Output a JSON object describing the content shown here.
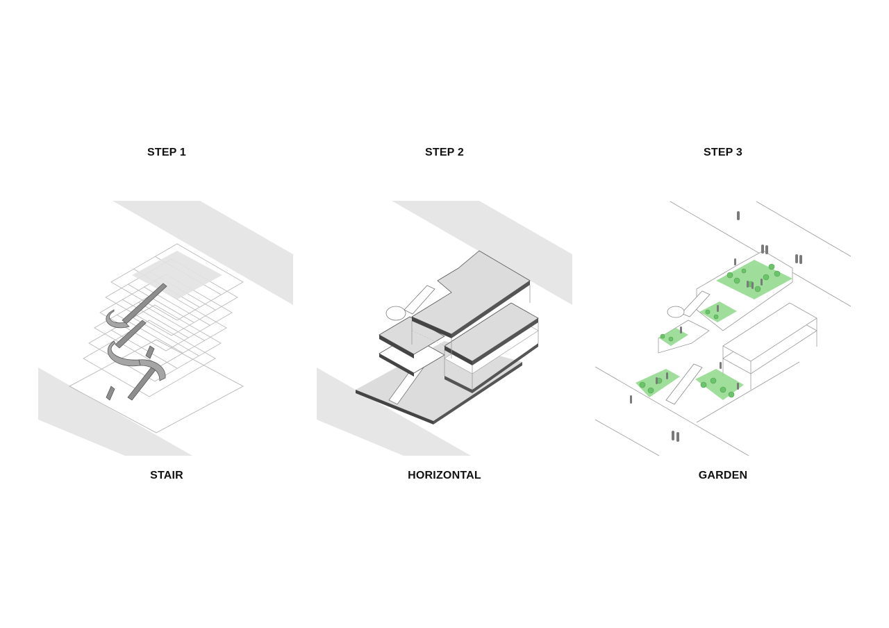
{
  "colors": {
    "background": "#ffffff",
    "text": "#111111",
    "road_fill": "#e6e6e6",
    "line": "#a9a9a9",
    "slab_edge": "#555555",
    "stair_fill": "#8e8e8e",
    "garden_green": "#8fd88a",
    "tree_green": "#6cc46a",
    "figure_gray": "#7a7a7a"
  },
  "panels": [
    {
      "step": "STEP 1",
      "caption": "STAIR"
    },
    {
      "step": "STEP 2",
      "caption": "HORIZONTAL"
    },
    {
      "step": "STEP 3",
      "caption": "GARDEN"
    }
  ]
}
